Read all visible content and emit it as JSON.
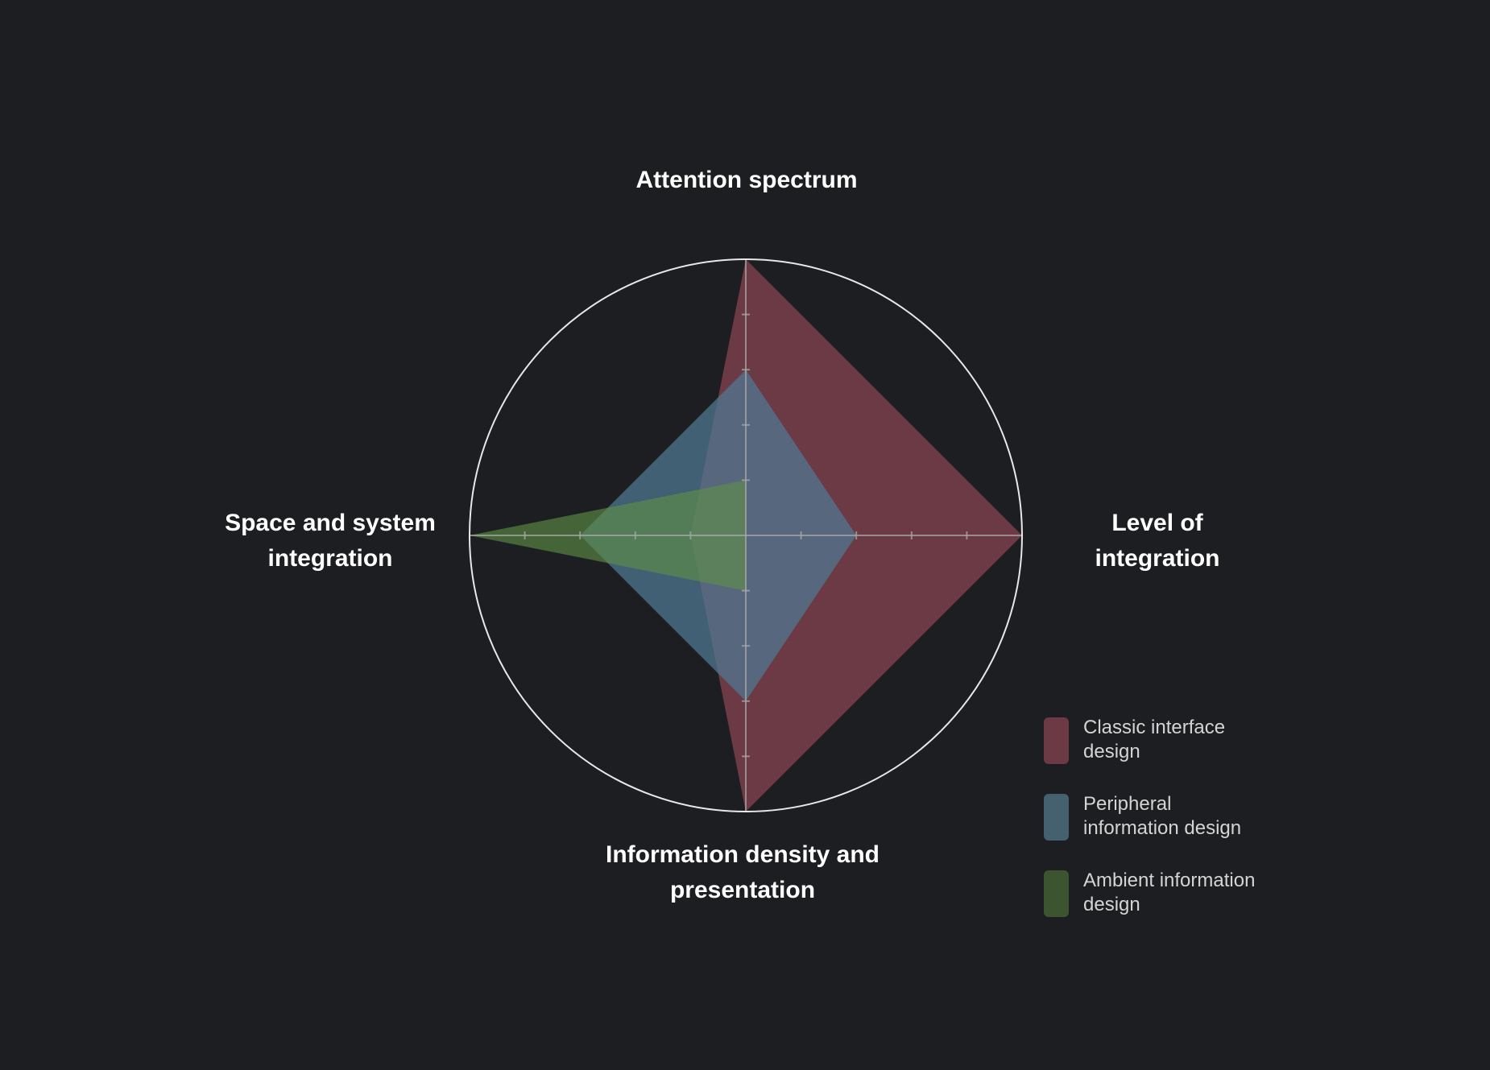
{
  "chart_data": {
    "type": "radar",
    "axes": [
      {
        "key": "top",
        "label": "Attention spectrum"
      },
      {
        "key": "right",
        "label": "Level of integration"
      },
      {
        "key": "bottom",
        "label": "Information density and presentation"
      },
      {
        "key": "left",
        "label": "Space and system integration"
      }
    ],
    "range": [
      0,
      5
    ],
    "ticks_per_axis": 5,
    "grid": true,
    "legend_position": "bottom-right",
    "series": [
      {
        "name": "Classic interface design",
        "color": "#6c3a44",
        "opacity": 1.0,
        "values": [
          5,
          5,
          5,
          1
        ]
      },
      {
        "name": "Peripheral information design",
        "color": "#4f7a94",
        "opacity": 0.72,
        "values": [
          3,
          2,
          3,
          3
        ]
      },
      {
        "name": "Ambient information design",
        "color": "#5e8f45",
        "opacity": 0.62,
        "values": [
          1,
          0,
          1,
          5
        ]
      }
    ]
  },
  "colors": {
    "background": "#1d1e21",
    "circle": "#e8e8e8",
    "axis": "#a8a8a8",
    "legend_swatches": [
      "#6c3a44",
      "#45606f",
      "#3c5530"
    ]
  }
}
